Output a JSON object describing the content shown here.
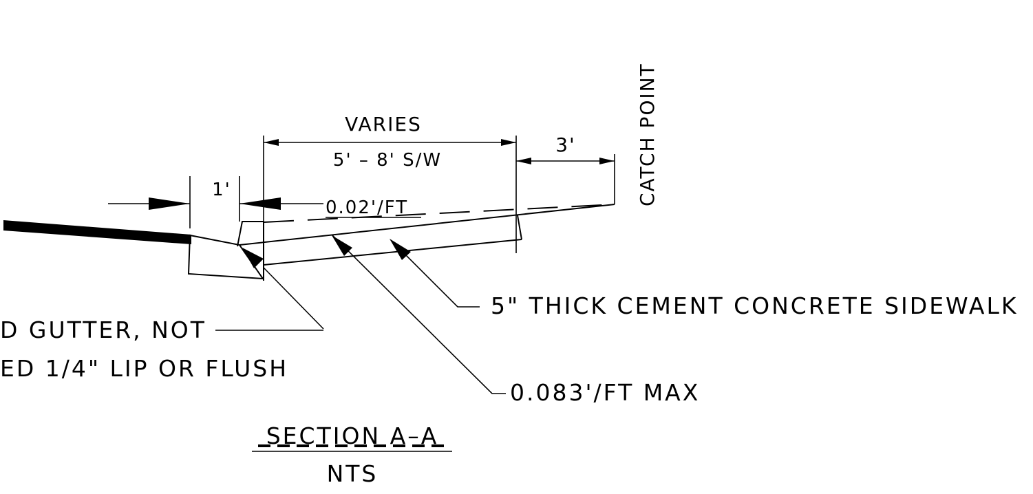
{
  "labels": {
    "varies": "VARIES",
    "sidewalk_width": "5' – 8' S/W",
    "catch_offset": "3'",
    "catch_point": "CATCH POINT",
    "gutter_width": "1'",
    "cross_slope": "0.02'/FT",
    "sidewalk_note": "5\" THICK CEMENT CONCRETE SIDEWALK",
    "gutter_note_line1": "D GUTTER, NOT",
    "gutter_note_line2": "ED 1/4\" LIP OR FLUSH",
    "slope_max_note": "0.083'/FT MAX",
    "section_title": "SECTION A–A",
    "scale_note": "NTS"
  }
}
